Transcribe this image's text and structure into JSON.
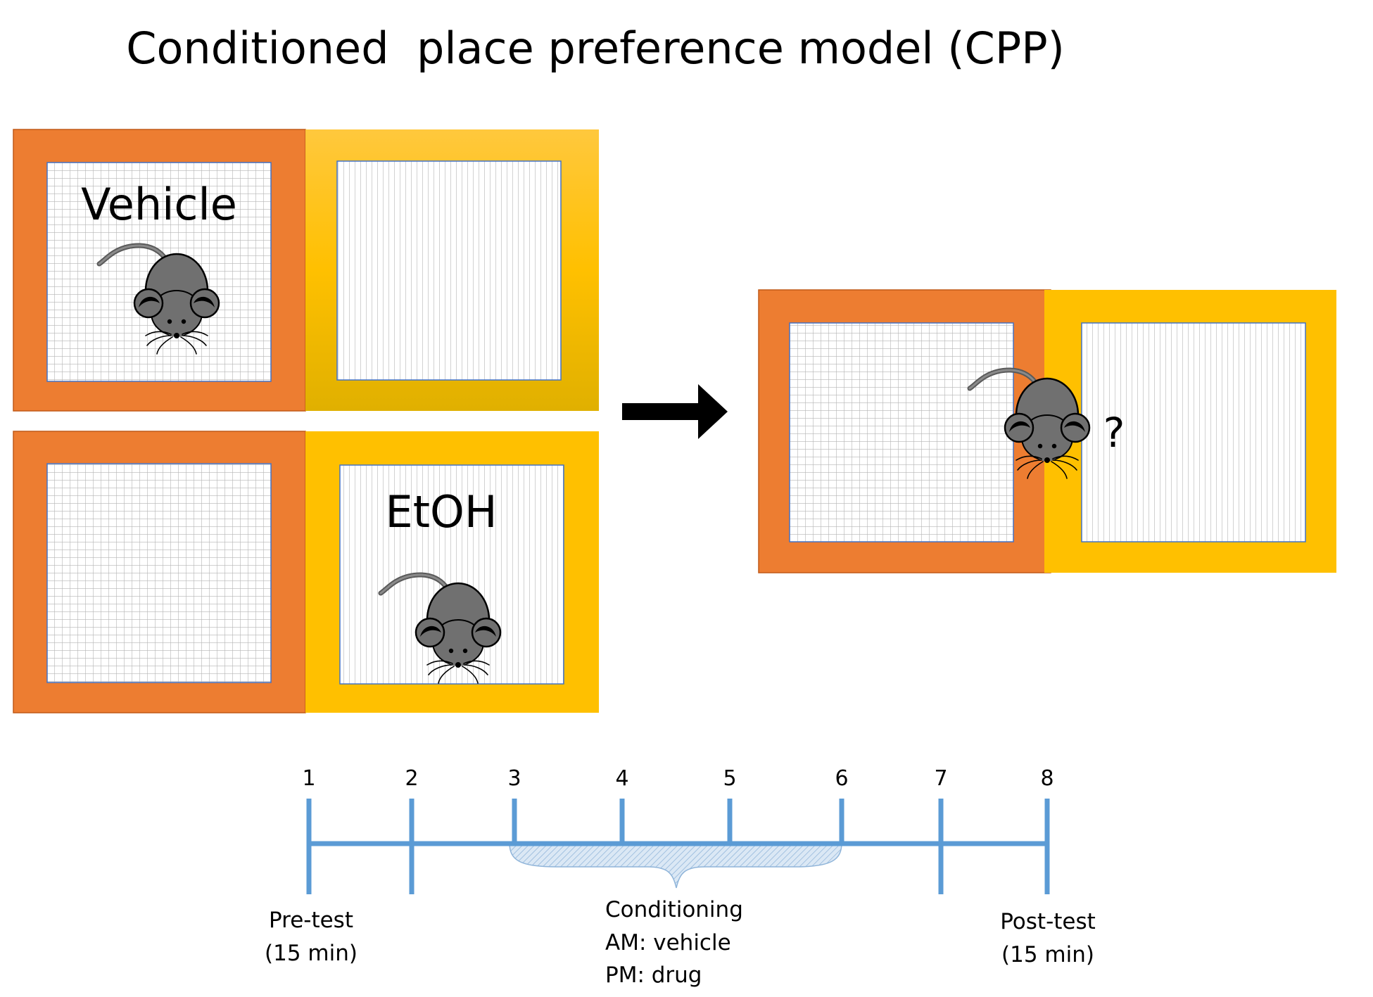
{
  "title": "Conditioned  place preference model (CPP)",
  "colors": {
    "orange": "#ED7D31",
    "yellow": "#FFC000",
    "gold_light": "#FFC83D",
    "gold_dark": "#E0B000",
    "timeline": "#5B9BD5",
    "arrow": "#000000",
    "mouse_body": "#707070"
  },
  "conditioning_panels": {
    "vehicle_label": "Vehicle",
    "etoh_label": "EtOH"
  },
  "test_panel": {
    "question": "?"
  },
  "timeline": {
    "days": [
      "1",
      "2",
      "3",
      "4",
      "5",
      "6",
      "7",
      "8"
    ],
    "pretest": [
      "Pre-test",
      "(15 min)"
    ],
    "conditioning": [
      "Conditioning",
      "AM: vehicle",
      "PM: drug"
    ],
    "posttest": [
      "Post-test",
      "(15 min)"
    ]
  }
}
